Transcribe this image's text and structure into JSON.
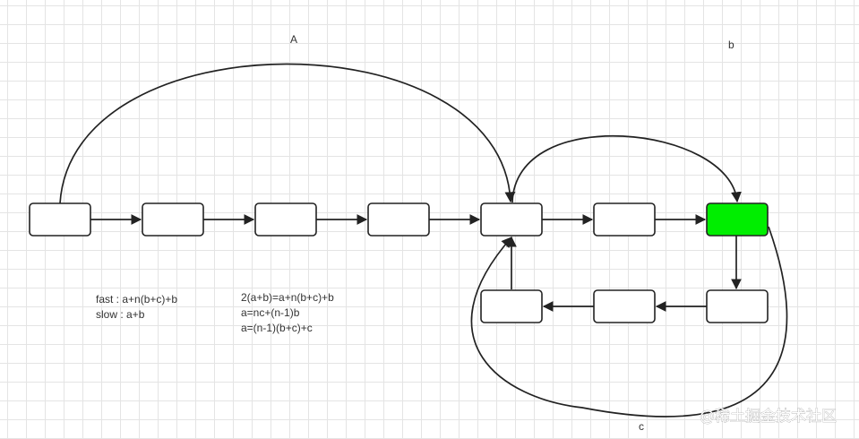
{
  "labels": {
    "a": "A",
    "b": "b",
    "c": "c"
  },
  "formulas_left": [
    "fast : a+n(b+c)+b",
    "slow : a+b"
  ],
  "formulas_right": [
    "2(a+b)=a+n(b+c)+b",
    "a=nc+(n-1)b",
    "a=(n-1)(b+c)+c"
  ],
  "watermark": "@稀土掘金技术社区",
  "colors": {
    "meeting_node": "#00ee00",
    "node": "#ffffff",
    "stroke": "#222222"
  }
}
